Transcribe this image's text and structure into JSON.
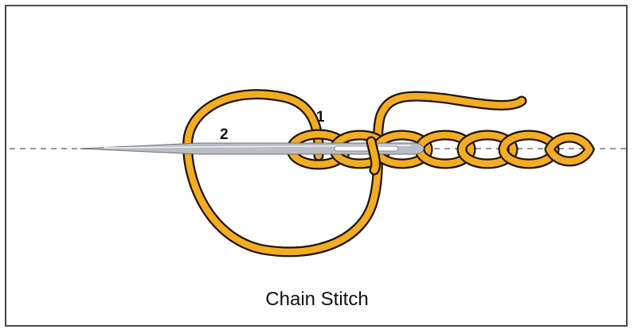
{
  "caption": "Chain Stitch",
  "labels": {
    "point_1": "1",
    "point_2": "2"
  },
  "colors": {
    "thread_outline": "#1e1408",
    "thread_fill": "#f3ad22",
    "needle": "#b9bec4",
    "seam_line": "#8a8a8a",
    "frame_border": "#4a4a4a"
  },
  "icons": {
    "needle": "sewing-needle-icon"
  }
}
